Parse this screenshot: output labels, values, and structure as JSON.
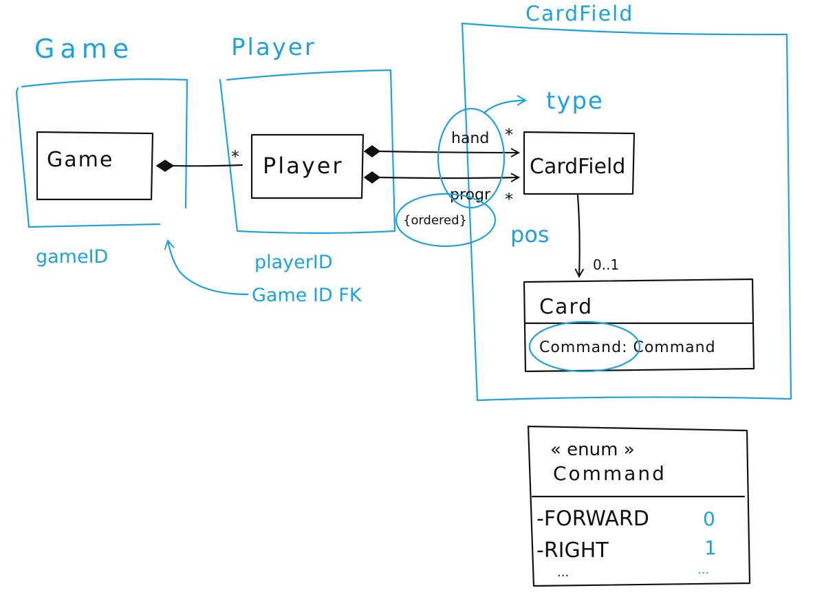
{
  "regions": {
    "game": {
      "title": "Game",
      "key": "gameID"
    },
    "player": {
      "title": "Player",
      "key": "playerID",
      "foreign_key": "Game ID FK"
    },
    "cardfield": {
      "title": "CardField"
    }
  },
  "classes": {
    "game": {
      "name": "Game"
    },
    "player": {
      "name": "Player"
    },
    "cardfield": {
      "name": "CardField"
    },
    "card": {
      "name": "Card",
      "attribute": "Command: Command"
    },
    "command_enum": {
      "stereotype": "« enum »",
      "name": "Command",
      "literals": [
        {
          "name": "-FORWARD",
          "value": "0"
        },
        {
          "name": "-RIGHT",
          "value": "1"
        },
        {
          "name": "...",
          "value": "..."
        }
      ]
    }
  },
  "associations": {
    "game_player": {
      "multiplicity": "*"
    },
    "hand": {
      "role": "hand",
      "multiplicity": "*"
    },
    "progr": {
      "role": "progr",
      "multiplicity": "*",
      "constraint": "{ordered}"
    },
    "card_ref": {
      "multiplicity": "0..1"
    }
  },
  "annotations": {
    "type": "type",
    "pos": "pos"
  },
  "colors": {
    "ink": "#111111",
    "annotation": "#1ea1dc"
  }
}
